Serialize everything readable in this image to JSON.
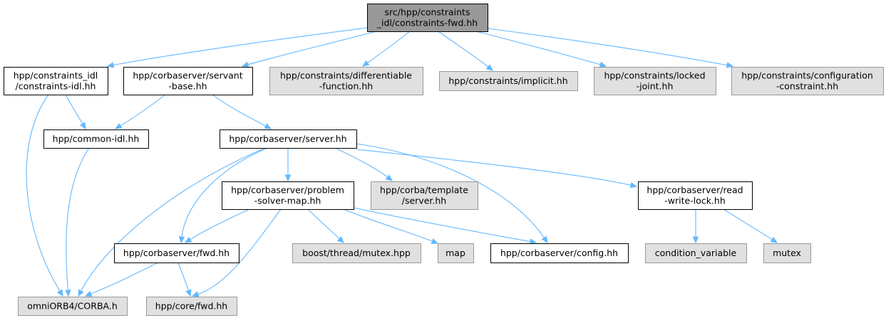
{
  "colors": {
    "edge": "#63b8ff",
    "node_normal_fill": "#ffffff",
    "node_root_fill": "#999999",
    "node_external_fill": "#e0e0e0",
    "node_stroke_dark": "#000000",
    "node_stroke_external": "#999999"
  },
  "nodes": [
    {
      "id": "root",
      "kind": "root",
      "lines": [
        "src/hpp/constraints",
        "_idl/constraints-fwd.hh"
      ]
    },
    {
      "id": "constraints_idl",
      "kind": "normal",
      "lines": [
        "hpp/constraints_idl",
        "/constraints-idl.hh"
      ]
    },
    {
      "id": "servant_base",
      "kind": "normal",
      "lines": [
        "hpp/corbaserver/servant",
        "-base.hh"
      ]
    },
    {
      "id": "differentiable",
      "kind": "external",
      "lines": [
        "hpp/constraints/differentiable",
        "-function.hh"
      ]
    },
    {
      "id": "implicit",
      "kind": "external",
      "lines": [
        "hpp/constraints/implicit.hh"
      ]
    },
    {
      "id": "locked_joint",
      "kind": "external",
      "lines": [
        "hpp/constraints/locked",
        "-joint.hh"
      ]
    },
    {
      "id": "config_constraint",
      "kind": "external",
      "lines": [
        "hpp/constraints/configuration",
        "-constraint.hh"
      ]
    },
    {
      "id": "common_idl",
      "kind": "normal",
      "lines": [
        "hpp/common-idl.hh"
      ]
    },
    {
      "id": "server",
      "kind": "normal",
      "lines": [
        "hpp/corbaserver/server.hh"
      ]
    },
    {
      "id": "problem_solver_map",
      "kind": "normal",
      "lines": [
        "hpp/corbaserver/problem",
        "-solver-map.hh"
      ]
    },
    {
      "id": "corba_template",
      "kind": "external",
      "lines": [
        "hpp/corba/template",
        "/server.hh"
      ]
    },
    {
      "id": "read_write_lock",
      "kind": "normal",
      "lines": [
        "hpp/corbaserver/read",
        "-write-lock.hh"
      ]
    },
    {
      "id": "corbaserver_fwd",
      "kind": "normal",
      "lines": [
        "hpp/corbaserver/fwd.hh"
      ]
    },
    {
      "id": "boost_mutex",
      "kind": "external",
      "lines": [
        "boost/thread/mutex.hpp"
      ]
    },
    {
      "id": "map",
      "kind": "external",
      "lines": [
        "map"
      ]
    },
    {
      "id": "config",
      "kind": "normal",
      "lines": [
        "hpp/corbaserver/config.hh"
      ]
    },
    {
      "id": "condition_variable",
      "kind": "external",
      "lines": [
        "condition_variable"
      ]
    },
    {
      "id": "mutex",
      "kind": "external",
      "lines": [
        "mutex"
      ]
    },
    {
      "id": "omniorb",
      "kind": "external",
      "lines": [
        "omniORB4/CORBA.h"
      ]
    },
    {
      "id": "core_fwd",
      "kind": "external",
      "lines": [
        "hpp/core/fwd.hh"
      ]
    }
  ],
  "edges": [
    [
      "root",
      "constraints_idl"
    ],
    [
      "root",
      "servant_base"
    ],
    [
      "root",
      "differentiable"
    ],
    [
      "root",
      "implicit"
    ],
    [
      "root",
      "locked_joint"
    ],
    [
      "root",
      "config_constraint"
    ],
    [
      "constraints_idl",
      "common_idl"
    ],
    [
      "constraints_idl",
      "omniorb"
    ],
    [
      "servant_base",
      "common_idl"
    ],
    [
      "servant_base",
      "server"
    ],
    [
      "common_idl",
      "omniorb"
    ],
    [
      "server",
      "omniorb"
    ],
    [
      "server",
      "corbaserver_fwd"
    ],
    [
      "server",
      "problem_solver_map"
    ],
    [
      "server",
      "corba_template"
    ],
    [
      "server",
      "read_write_lock"
    ],
    [
      "server",
      "config"
    ],
    [
      "problem_solver_map",
      "corbaserver_fwd"
    ],
    [
      "problem_solver_map",
      "boost_mutex"
    ],
    [
      "problem_solver_map",
      "map"
    ],
    [
      "problem_solver_map",
      "config"
    ],
    [
      "problem_solver_map",
      "core_fwd"
    ],
    [
      "read_write_lock",
      "condition_variable"
    ],
    [
      "read_write_lock",
      "mutex"
    ],
    [
      "corbaserver_fwd",
      "omniorb"
    ],
    [
      "corbaserver_fwd",
      "core_fwd"
    ]
  ]
}
